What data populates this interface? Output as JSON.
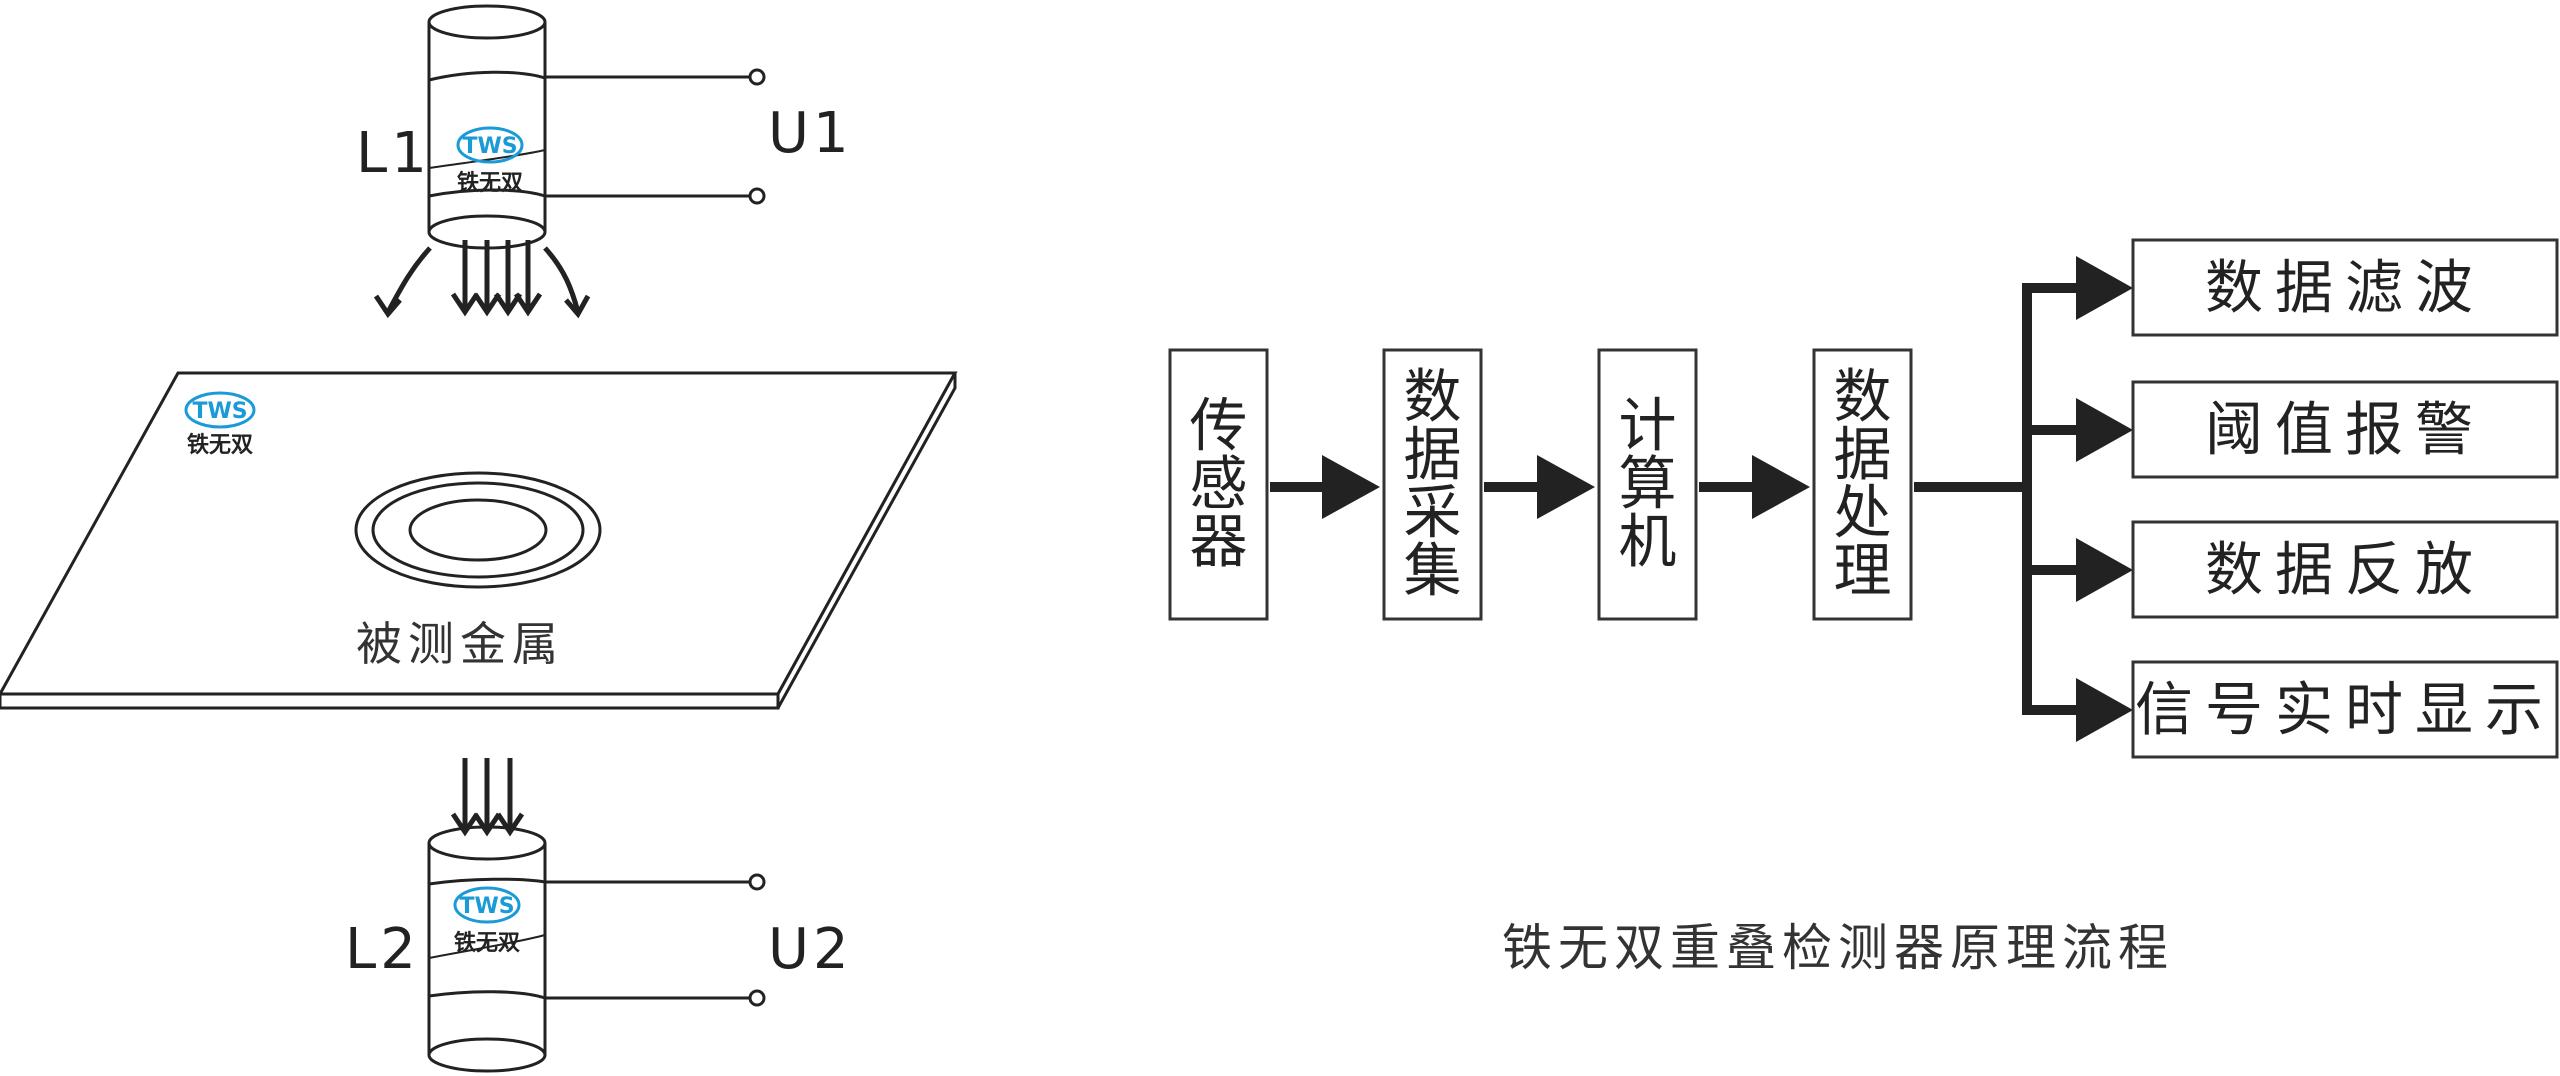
{
  "left": {
    "coil_top_label": "L1",
    "coil_top_voltage": "U1",
    "coil_bottom_label": "L2",
    "coil_bottom_voltage": "U2",
    "plate_label": "被测金属",
    "logo": {
      "brand": "TWS",
      "name": "铁无双"
    }
  },
  "flow": {
    "stages": [
      "传感器",
      "数据采集",
      "计算机",
      "数据处理"
    ],
    "outputs": [
      "数据滤波",
      "阈值报警",
      "数据反放",
      "信号实时显示"
    ]
  },
  "caption": "铁无双重叠检测器原理流程",
  "colors": {
    "line": "#222222",
    "logo_blue": "#1a9ad6",
    "box_border": "#333333"
  }
}
